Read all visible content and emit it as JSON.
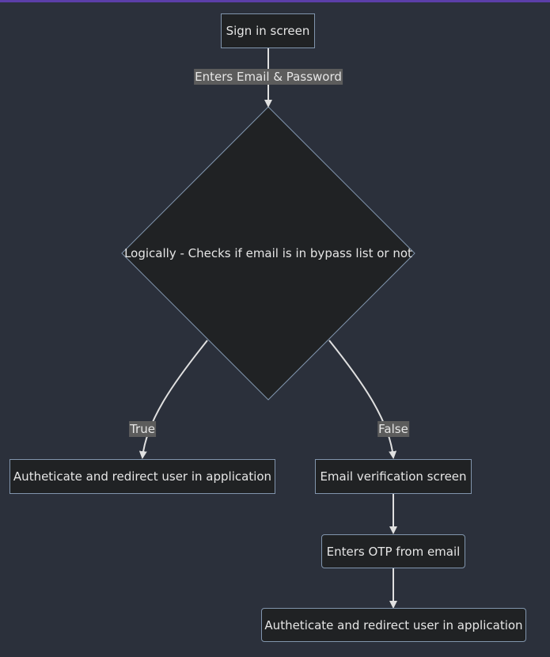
{
  "nodes": {
    "sign_in": "Sign in screen",
    "decision": "Logically - Checks if email is in bypass list or not",
    "auth_true": "Autheticate and redirect user in application",
    "email_verify": "Email verification screen",
    "enter_otp": "Enters OTP from email",
    "auth_false": "Autheticate and redirect user in application"
  },
  "edges": {
    "credentials": "Enters Email & Password",
    "true_label": "True",
    "false_label": "False"
  },
  "colors": {
    "background": "#2b303b",
    "node_fill": "#202224",
    "node_border": "#8195ad",
    "edge": "#e0e0e0",
    "label_bg": "#5c5c5c"
  }
}
